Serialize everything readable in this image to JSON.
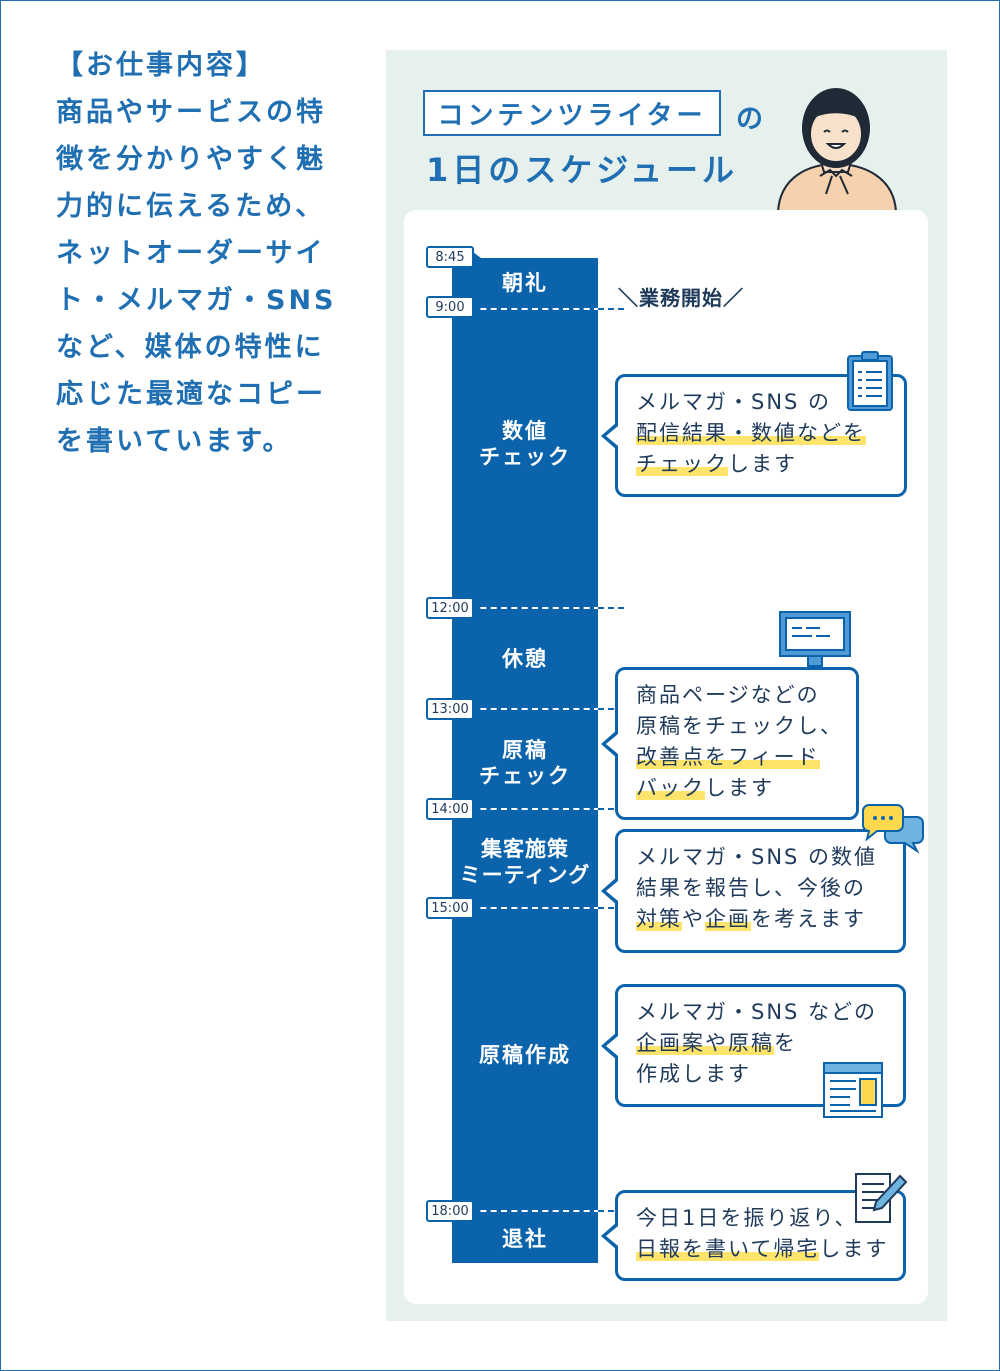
{
  "intro": {
    "heading": "【お仕事内容】",
    "lines": [
      "商品やサービスの特",
      "徴を分かりやすく魅",
      "力的に伝えるため、",
      "ネットオーダーサイ",
      "ト・メルマガ・SNS",
      "など、媒体の特性に",
      "応じた最適なコピー",
      "を書いています。"
    ]
  },
  "schedule": {
    "title_boxed": "コンテンツライター",
    "title_no": "の",
    "title_line2": "1日のスケジュール",
    "start_label": "＼業務開始／",
    "times": [
      "8:45",
      "9:00",
      "12:00",
      "13:00",
      "14:00",
      "15:00",
      "18:00"
    ],
    "segments": {
      "morning": "朝礼",
      "check_numbers": [
        "数値",
        "チェック"
      ],
      "break": "休憩",
      "check_drafts": [
        "原稿",
        "チェック"
      ],
      "meeting": [
        "集客施策",
        "ミーティング"
      ],
      "writing": "原稿作成",
      "leave": "退社"
    },
    "bubbles": {
      "b1": {
        "l1": "メルマガ・SNS の",
        "l2_hl": "配信結果・数値などを",
        "l3_hl": "チェック",
        "l3": "します"
      },
      "b2": {
        "l1": "商品ページなどの",
        "l2": "原稿をチェックし、",
        "l3_hl": "改善点をフィード",
        "l4_hl": "バック",
        "l4": "します"
      },
      "b3": {
        "l1": "メルマガ・SNS の数値",
        "l2": "結果を報告し、今後の",
        "l3_hl1": "対策",
        "l3_mid": "や",
        "l3_hl2": "企画",
        "l3": "を考えます"
      },
      "b4": {
        "l1": "メルマガ・SNS などの",
        "l2_hl": "企画案や原稿",
        "l2": "を",
        "l3": "作成します"
      },
      "b5": {
        "l1": "今日1日を振り返り、",
        "l2_hl": "日報を書いて帰宅",
        "l2": "します"
      }
    }
  },
  "colors": {
    "brand_blue": "#0b63ab",
    "panel_bg": "#e6f1ee",
    "highlight": "#ffe46b"
  },
  "icons": [
    "clipboard-icon",
    "monitor-icon",
    "chat-bubbles-icon",
    "document-icon",
    "note-pen-icon",
    "woman-avatar-icon"
  ]
}
